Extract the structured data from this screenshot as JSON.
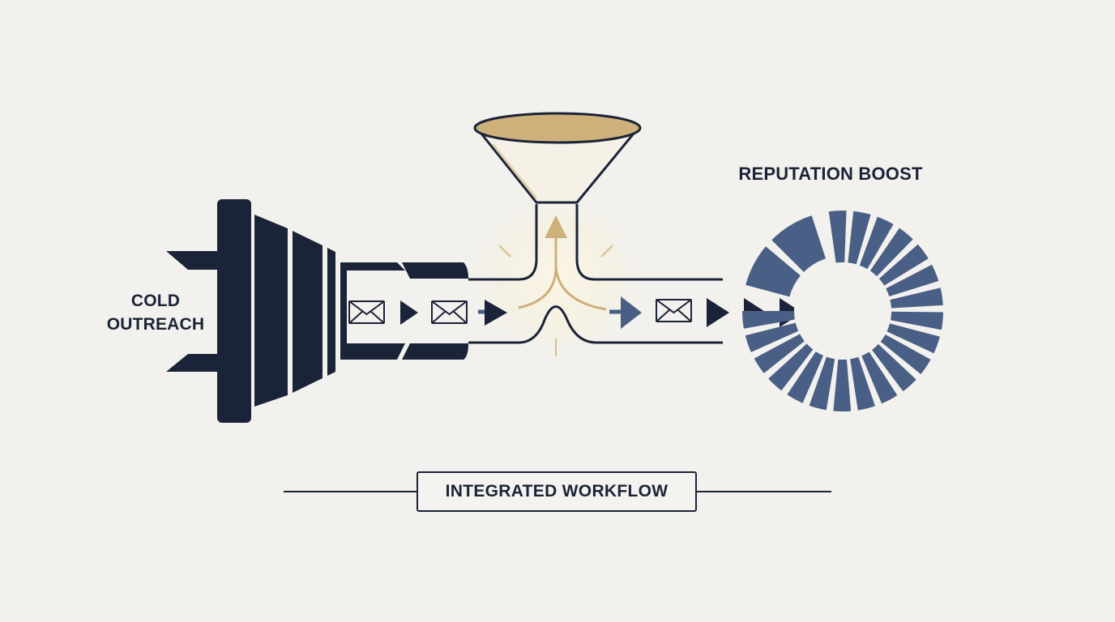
{
  "labels": {
    "cold_outreach": [
      "COLD",
      "OUTREACH"
    ],
    "reputation_boost": "REPUTATION BOOST",
    "integrated_workflow": "INTEGRATED WORKFLOW"
  },
  "colors": {
    "background": "#f2f1ed",
    "navy": "#1b2338",
    "slate_blue": "#4a5f85",
    "gold": "#cdb07a",
    "gold_dark": "#b8975c"
  },
  "icons": [
    "power-plug-icon",
    "envelope-icon",
    "play-arrow-icon",
    "funnel-icon",
    "up-arrow-icon",
    "reputation-ring-icon"
  ]
}
